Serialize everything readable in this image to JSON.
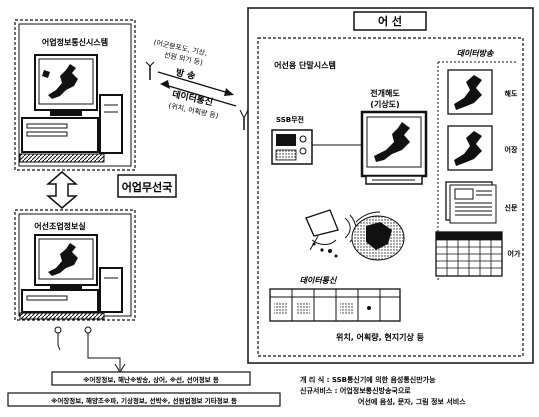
{
  "left": {
    "center_title": "어업정보통신시스템",
    "station_label": "어업무선국",
    "coop_title": "어선조업정보실"
  },
  "middle": {
    "broadcast_note_1": "(어군분포도, 기상,",
    "broadcast_note_2": "선원 외기 등)",
    "broadcast_label": "방  송",
    "data_comm_label": "데이터통신",
    "data_comm_note": "(위치, 어획량 등)"
  },
  "right": {
    "header": "어  선",
    "system_title": "어선용 단말시스템",
    "ssb_label": "SSB무전",
    "chart_title_1": "전개해도",
    "chart_title_2": "(기상도)",
    "data_broadcast_title": "데이터방송",
    "side_labels": [
      "해도",
      "어장",
      "신문",
      "어가"
    ],
    "data_comm_title": "데이터통신",
    "footer": "위치, 어획량, 현지기상 등"
  },
  "bottom": {
    "info_box_1": "※어장정보, 해난※방송, 상어, ※선, 선어정보 등",
    "info_box_2": "※어장정보, 해양조※파, 기상정보, 선박※, 선원업정보 기타정보 등",
    "legend_line_1": "개 리 식 : SSB통신기에 의한 음성통신만가능",
    "legend_line_2": "신규서비스 : 어업정보통신방송국으로",
    "legend_line_3": "어선에 음성, 문자, 그림 정보 서비스"
  },
  "colors": {
    "ink": "#111111",
    "sea": "#ffffff",
    "land": "#111111"
  }
}
